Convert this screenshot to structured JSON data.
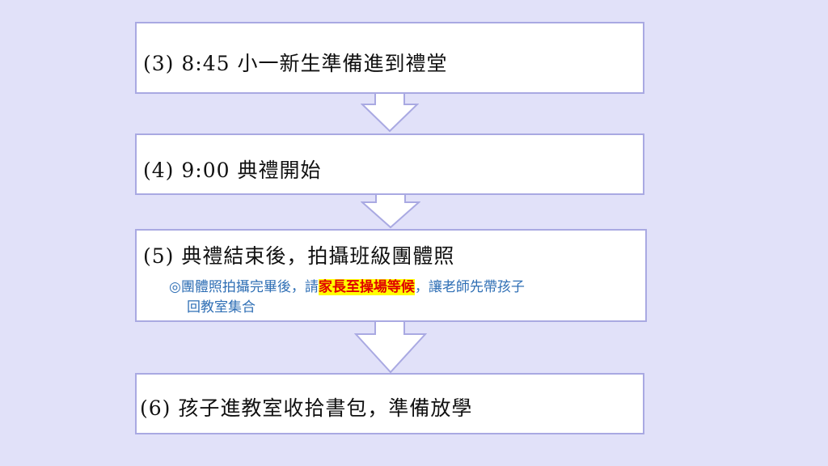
{
  "steps": [
    {
      "label": "(3) 8:45 小一新生準備進到禮堂"
    },
    {
      "label": "(4) 9:00 典禮開始"
    },
    {
      "label": "(5) 典禮結束後，拍攝班級團體照",
      "note_prefix": "◎團體照拍攝完畢後，請",
      "note_highlight": "家長至操場等候",
      "note_suffix": "，讓老師先帶孩子",
      "note_line2": "回教室集合"
    },
    {
      "label": "(6) 孩子進教室收拾書包，準備放學"
    }
  ],
  "colors": {
    "background": "#e1e1f9",
    "border": "#a9a9e2",
    "note": "#2f6fb5",
    "highlight": "#ffff00",
    "highlight_text": "#e00000"
  }
}
